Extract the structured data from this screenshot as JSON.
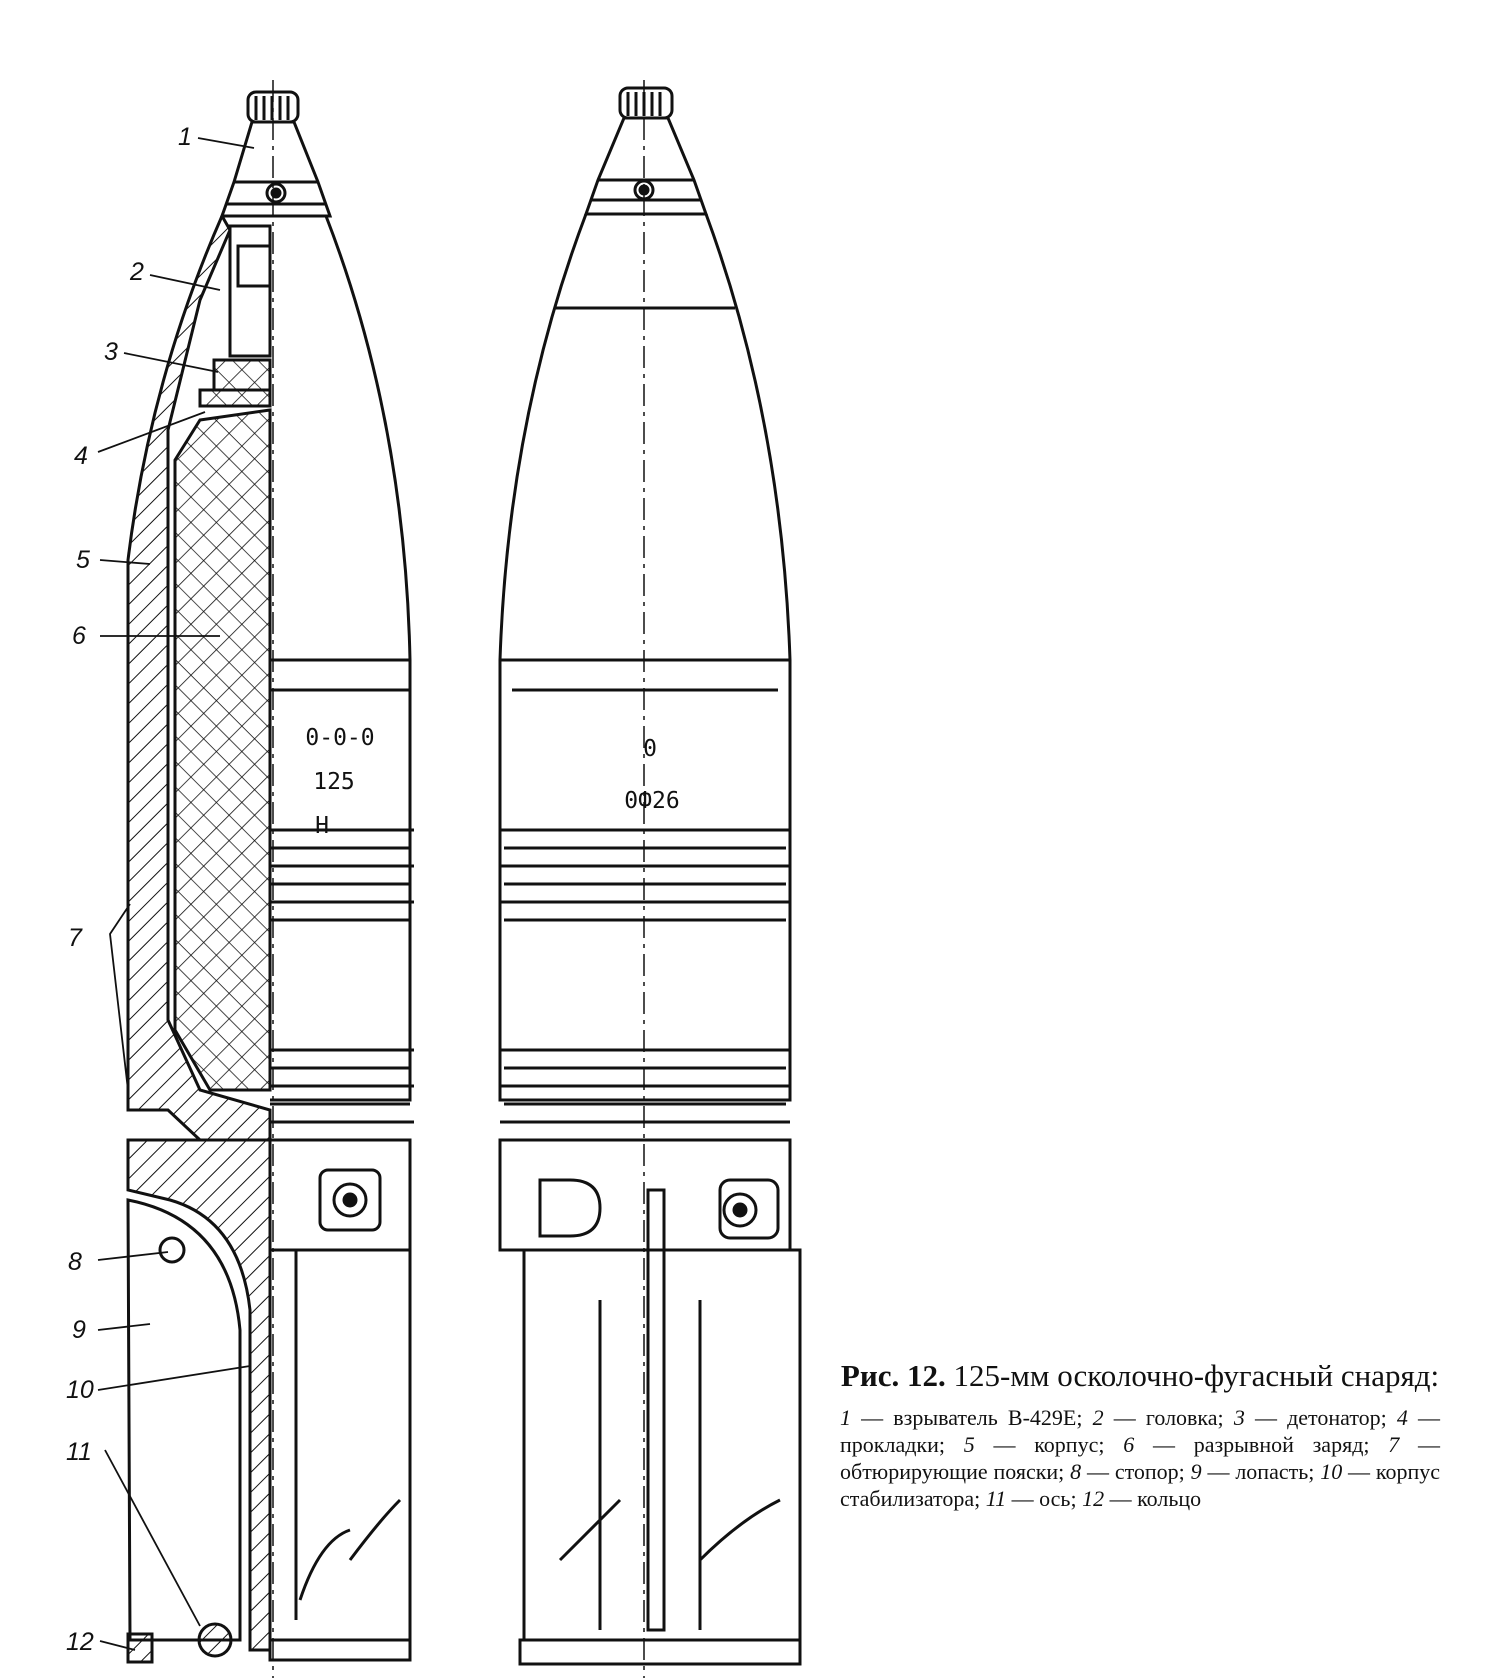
{
  "figure": {
    "left_view": {
      "markings": [
        "0-0-0",
        "125",
        "Н"
      ],
      "callouts": [
        "1",
        "2",
        "3",
        "4",
        "5",
        "6",
        "7",
        "8",
        "9",
        "10",
        "11",
        "12"
      ]
    },
    "right_view": {
      "markings": [
        "0",
        "0Ф26"
      ]
    }
  },
  "caption": {
    "label": "Рис. 12.",
    "title": "125-мм осколочно-фугасный снаряд:",
    "legend": [
      {
        "n": "1",
        "text": "взрыватель В-429Е"
      },
      {
        "n": "2",
        "text": "головка"
      },
      {
        "n": "3",
        "text": "детонатор"
      },
      {
        "n": "4",
        "text": "прокладки"
      },
      {
        "n": "5",
        "text": "корпус"
      },
      {
        "n": "6",
        "text": "разрывной заряд"
      },
      {
        "n": "7",
        "text": "обтюрирующие пояски"
      },
      {
        "n": "8",
        "text": "стопор"
      },
      {
        "n": "9",
        "text": "лопасть"
      },
      {
        "n": "10",
        "text": "корпус стабилизатора"
      },
      {
        "n": "11",
        "text": "ось"
      },
      {
        "n": "12",
        "text": "кольцо"
      }
    ]
  }
}
